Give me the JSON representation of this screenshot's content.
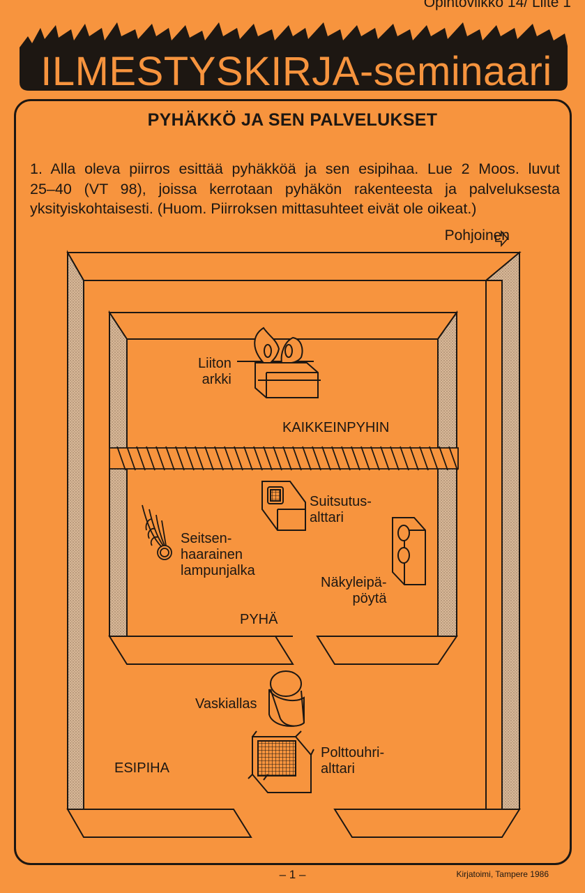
{
  "header": {
    "top_label": "Opintoviikko 14/ Liite 1",
    "banner_title": "ILMESTYSKIRJA-seminaari"
  },
  "document": {
    "section_title": "PYHÄKKÖ JA SEN PALVELUKSET",
    "intro_lines": [
      "1. Alla oleva piirros esittää pyhäkköä ja sen esipihaa. Lue 2 Moos. luvut",
      "25–40 (VT 98), joissa kerrotaan pyhäkön rakenteesta ja palveluksesta",
      "yksityiskohtaisesti. (Huom. Piirroksen mittasuhteet eivät ole oikeat.)"
    ]
  },
  "diagram": {
    "compass_label": "Pohjoinen",
    "ark_label": [
      "Liiton",
      "arkki"
    ],
    "holy_of_holies_label": "KAIKKEINPYHIN",
    "incense_altar_label": [
      "Suitsutus-",
      "alttari"
    ],
    "lampstand_label": [
      "Seitsen-",
      "haarainen",
      "lampunjalka"
    ],
    "showbread_table_label": [
      "Näkyleipä-",
      "pöytä"
    ],
    "holy_place_label": "PYHÄ",
    "laver_label": "Vaskiallas",
    "burnt_offering_altar_label": [
      "Polttouhri-",
      "alttari"
    ],
    "courtyard_label": "ESIPIHA",
    "colors": {
      "paper": "#f7943e",
      "ink": "#1d1712",
      "wall_hatch": "#c9a98a"
    }
  },
  "footer": {
    "page_number": "– 1 –",
    "credit": "Kirjatoimi, Tampere 1986"
  }
}
